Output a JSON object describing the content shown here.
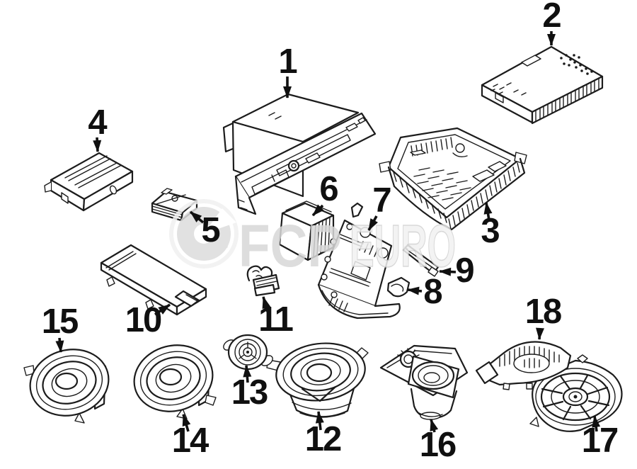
{
  "watermark": {
    "brand_first": "FCP",
    "brand_second": "EURO",
    "color": "#d8d8d8"
  },
  "colors": {
    "background": "#ffffff",
    "line": "#1c1c1c",
    "label": "#101010"
  },
  "parts": [
    {
      "number": "1"
    },
    {
      "number": "2"
    },
    {
      "number": "3"
    },
    {
      "number": "4"
    },
    {
      "number": "5"
    },
    {
      "number": "6"
    },
    {
      "number": "7"
    },
    {
      "number": "8"
    },
    {
      "number": "9"
    },
    {
      "number": "10"
    },
    {
      "number": "11"
    },
    {
      "number": "12"
    },
    {
      "number": "13"
    },
    {
      "number": "14"
    },
    {
      "number": "15"
    },
    {
      "number": "16"
    },
    {
      "number": "17"
    },
    {
      "number": "18"
    }
  ]
}
